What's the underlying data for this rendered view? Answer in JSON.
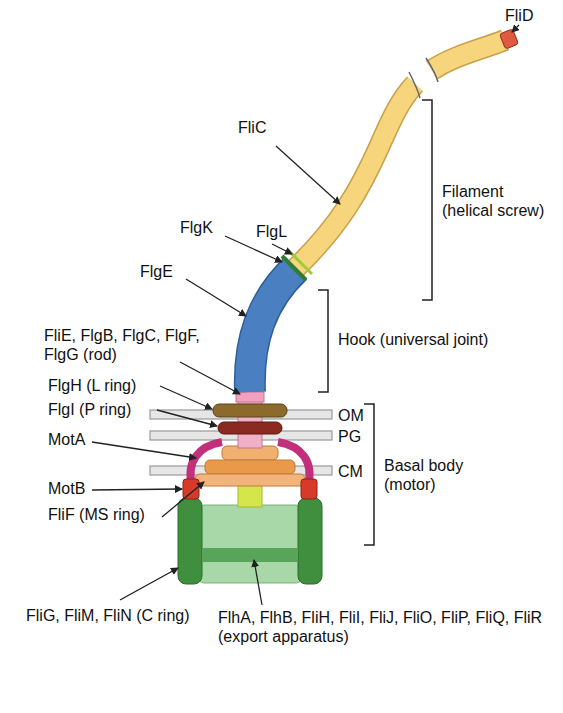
{
  "diagram": {
    "labels": [
      "FliD",
      "FliC",
      "FlgL",
      "FlgK",
      "Filament (helical screw)",
      "FlgE",
      "FliE, FlgB, FlgC, FlgF, FlgG (rod)",
      "Hook (universal joint)",
      "FlgH (L ring)",
      "FlgI (P ring)",
      "OM",
      "PG",
      "MotA",
      "CM",
      "Basal body (motor)",
      "MotB",
      "FliF (MS ring)",
      "FliG, FliM, FliN (C ring)",
      "FlhA, FlhB, FliH, FliI, FliJ, FliO, FliP, FliQ, FliR (export apparatus)"
    ]
  }
}
